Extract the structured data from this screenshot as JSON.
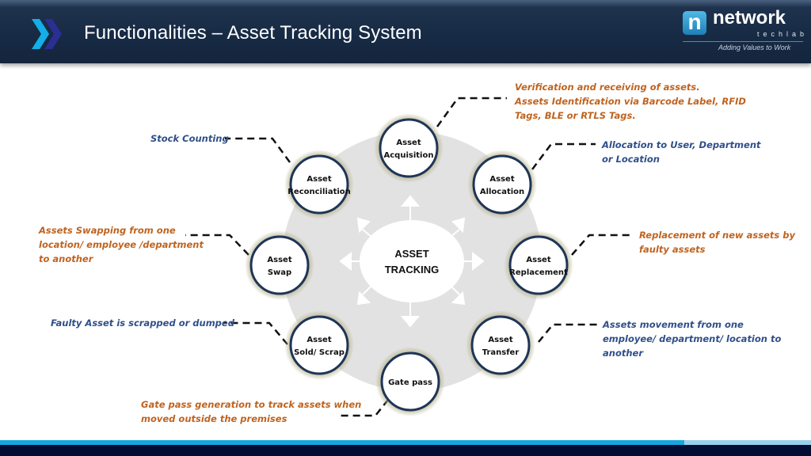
{
  "header": {
    "title": "Functionalities – Asset Tracking System",
    "icon": "double-chevron-right-icon",
    "logo": {
      "letter": "n",
      "word": "network",
      "sub": "techlab",
      "tagline": "Adding Values to Work"
    }
  },
  "center": {
    "line1": "ASSET",
    "line2": "TRACKING"
  },
  "nodes": [
    {
      "id": "acquisition",
      "line1": "Asset",
      "line2": "Acquisition"
    },
    {
      "id": "allocation",
      "line1": "Asset",
      "line2": "Allocation"
    },
    {
      "id": "replacement",
      "line1": "Asset",
      "line2": "Replacement"
    },
    {
      "id": "transfer",
      "line1": "Asset",
      "line2": "Transfer"
    },
    {
      "id": "gate-pass",
      "line1": "Gate pass",
      "line2": ""
    },
    {
      "id": "sold-scrap",
      "line1": "Asset",
      "line2": "Sold/ Scrap"
    },
    {
      "id": "swap",
      "line1": "Asset",
      "line2": "Swap"
    },
    {
      "id": "reconciliation",
      "line1": "Asset",
      "line2": "Reconciliation"
    }
  ],
  "notes": {
    "acquisition": [
      "Verification and receiving of assets.",
      "Assets Identification via Barcode Label, RFID",
      "Tags, BLE or RTLS Tags."
    ],
    "allocation": [
      "Allocation to User, Department",
      "or Location"
    ],
    "replacement": [
      "Replacement of new assets by",
      "faulty assets"
    ],
    "transfer": [
      "Assets movement from one",
      "employee/ department/ location to",
      "another"
    ],
    "gate_pass": [
      "Gate pass generation to track assets when",
      "moved outside the premises"
    ],
    "sold_scrap": [
      "Faulty Asset is scrapped or dumped"
    ],
    "swap": [
      "Assets Swapping from one",
      "location/ employee /department",
      "to another"
    ],
    "reconciliation": [
      "Stock Counting"
    ]
  },
  "colors": {
    "header_bg": "#172a44",
    "note_orange": "#c0631f",
    "note_blue": "#2f4f8a",
    "node_ring": "#1e3558",
    "node_glow": "#b8b48f",
    "hub_bg": "#e2e2e2",
    "footer_light": "#16a7e0",
    "footer_dark": "#030d33"
  }
}
